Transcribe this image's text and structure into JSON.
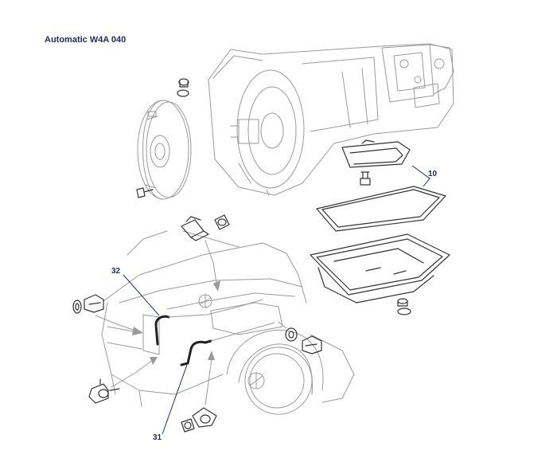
{
  "diagram": {
    "title": "Automatic W4A 040",
    "callouts": [
      "10",
      "32",
      "31"
    ],
    "colors": {
      "title": "#1f2a6e",
      "lines": "#9a9a9a",
      "parts": "#333333"
    }
  }
}
